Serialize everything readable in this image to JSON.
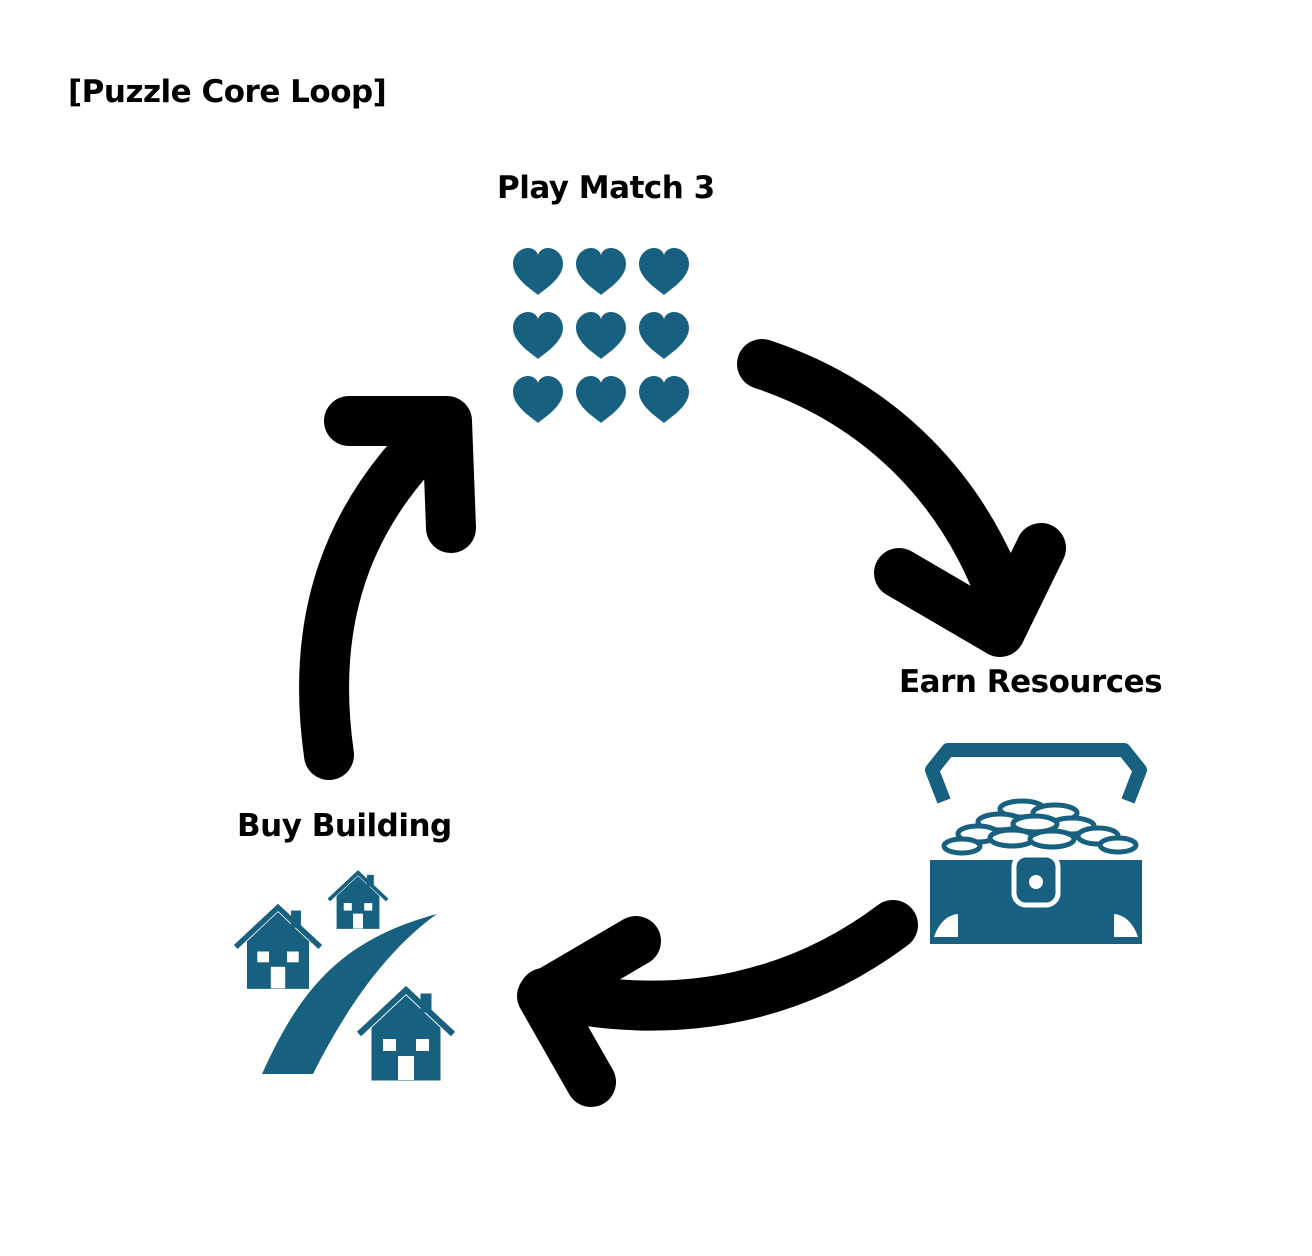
{
  "title": "[Puzzle Core Loop]",
  "steps": {
    "play": "Play Match 3",
    "earn": "Earn Resources",
    "buy": "Buy Building"
  },
  "colors": {
    "icon": "#17607f",
    "arrow": "#000000",
    "background": "#ffffff"
  },
  "icons": {
    "play": "hearts-grid-icon",
    "earn": "treasure-chest-icon",
    "buy": "houses-road-icon"
  }
}
